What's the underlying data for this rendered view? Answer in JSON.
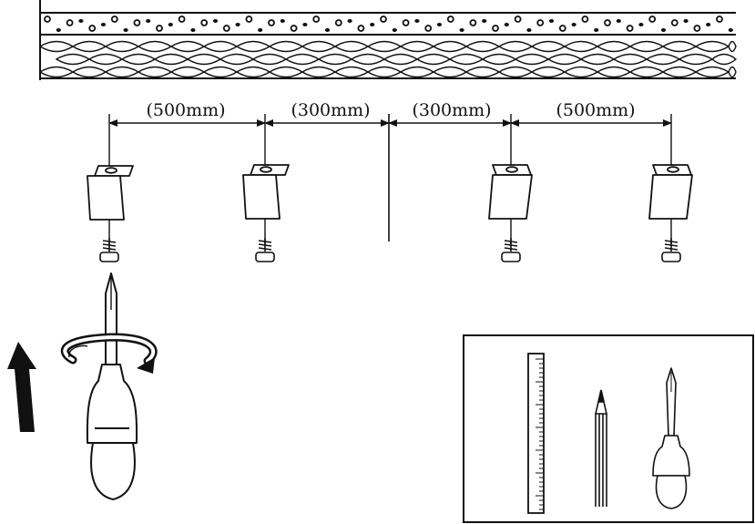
{
  "diagram": {
    "dimensions": [
      {
        "label": "(500mm)"
      },
      {
        "label": "(300mm)"
      },
      {
        "label": "(300mm)"
      },
      {
        "label": "(500mm)"
      }
    ],
    "hangers": [
      {
        "name": "hanger-1"
      },
      {
        "name": "hanger-2"
      },
      {
        "name": "hanger-3"
      },
      {
        "name": "hanger-4"
      }
    ],
    "tools": [
      "ruler",
      "pencil",
      "screwdriver"
    ],
    "rotation_direction": "clockwise",
    "motion_direction": "up"
  }
}
